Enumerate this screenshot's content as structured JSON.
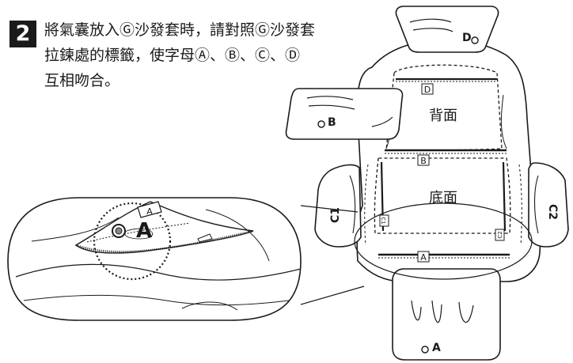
{
  "step": {
    "number": "2"
  },
  "instruction": {
    "line1": "將氣囊放入Ⓖ沙發套時，請對照Ⓖ沙發套",
    "line2": "拉鍊處的標籤，使字母Ⓐ、Ⓑ、Ⓒ、Ⓓ",
    "line3": "互相吻合。"
  },
  "diagram": {
    "section_back": "背面",
    "section_bottom": "底面",
    "airbag_top": "D",
    "airbag_left": "B",
    "airbag_side_left": "C1",
    "airbag_side_right": "C2",
    "airbag_bottom": "A",
    "tag_d": "D",
    "tag_b": "B",
    "tag_a": "A",
    "tag_c1": "C1",
    "tag_c2": "C2",
    "zoom_label": "A",
    "zoom_tag": "A"
  }
}
